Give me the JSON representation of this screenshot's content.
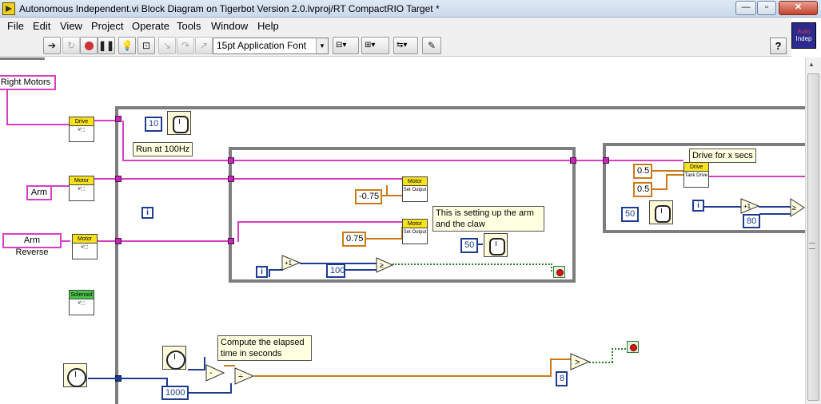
{
  "window": {
    "title": "Autonomous Independent.vi Block Diagram on Tigerbot Version 2.0.lvproj/RT CompactRIO Target *",
    "minimize": "—",
    "maximize": "▫",
    "close": "✕"
  },
  "menu": [
    {
      "label": "File",
      "accel": "F"
    },
    {
      "label": "Edit",
      "accel": "E"
    },
    {
      "label": "View",
      "accel": "V"
    },
    {
      "label": "Project",
      "accel": "P"
    },
    {
      "label": "Operate",
      "accel": "O"
    },
    {
      "label": "Tools",
      "accel": "T"
    },
    {
      "label": "Window",
      "accel": "W"
    },
    {
      "label": "Help",
      "accel": "H"
    }
  ],
  "toolbar": {
    "font_select": "15pt Application Font",
    "help": "?",
    "vi_icon_top": "Auto",
    "vi_icon_bottom": "Indep"
  },
  "diagram": {
    "controls": {
      "right_motors": "Right Motors",
      "arm": "Arm",
      "arm_reverse": "Arm Reverse"
    },
    "subvis": {
      "drive_ref": "Drive",
      "motor_ref_arm": "Motor",
      "motor_ref_arm_reverse": "Motor",
      "solenoid_ref": "Solenoid",
      "set_output_1_header": "Motor",
      "set_output_1_body": "Set Output",
      "set_output_2_header": "Motor",
      "set_output_2_body": "Set Output",
      "tank_drive_header": "Drive",
      "tank_drive_body": "Tank Drive"
    },
    "constants": {
      "loop_wait": "10",
      "set_output_1": "-0.75",
      "set_output_2": "0.75",
      "inner_wait": "50",
      "inner_count": "100",
      "tank_left": "0.5",
      "tank_right": "0.5",
      "drive_wait": "50",
      "drive_count": "80",
      "ms_per_sec": "1000",
      "elapsed_limit": "8"
    },
    "comments": {
      "run_rate": "Run at 100Hz",
      "arm_setup_line1": "This is setting up the arm",
      "arm_setup_line2": "and the claw",
      "drive_for": "Drive for x secs",
      "elapsed_line1": "Compute the elapsed",
      "elapsed_line2": "time in seconds"
    },
    "iteration_label": "i",
    "increment_label": "+1",
    "subtract_label": "-",
    "divide_label": "÷",
    "compare_label": "≥",
    "greater_label": ">"
  }
}
